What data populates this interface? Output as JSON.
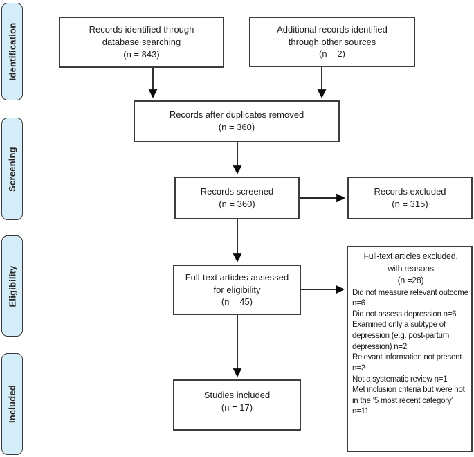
{
  "colors": {
    "stage_fill": "#d5ecf9",
    "stage_border": "#383838",
    "box_border": "#3d3d3d",
    "box_fill": "#ffffff",
    "arrow": "#0b0b0b",
    "text": "#1c1c1c"
  },
  "stages": [
    {
      "label": "Identification"
    },
    {
      "label": "Screening"
    },
    {
      "label": "Eligibility"
    },
    {
      "label": "Included"
    }
  ],
  "boxes": {
    "records_identified": {
      "lines": [
        "Records identified through",
        "database searching",
        "(n = 843)"
      ]
    },
    "additional_records": {
      "lines": [
        "Additional records identified",
        "through other sources",
        "(n = 2)"
      ]
    },
    "duplicates_removed": {
      "lines": [
        "Records after duplicates removed",
        "(n = 360)"
      ]
    },
    "records_screened": {
      "lines": [
        "Records screened",
        "(n = 360)"
      ]
    },
    "records_excluded": {
      "lines": [
        "Records excluded",
        "(n = 315)"
      ]
    },
    "fulltext_assessed": {
      "lines": [
        "Full-text articles assessed",
        "for eligibility",
        "(n = 45)"
      ]
    },
    "studies_included": {
      "lines": [
        "Studies included",
        "(n = 17)"
      ]
    },
    "fulltext_excluded": {
      "heading_lines": [
        "Full-text articles excluded,",
        "with reasons",
        "(n =28)"
      ],
      "reasons": [
        "Did not measure relevant outcome n=6",
        "Did not assess depression n=6",
        "Examined only a subtype of depression (e.g. post-partum depression) n=2",
        "Relevant information not present n=2",
        "Not a systematic review n=1",
        "Met inclusion criteria but were not in the ‘5 most recent category’ n=11"
      ]
    }
  }
}
